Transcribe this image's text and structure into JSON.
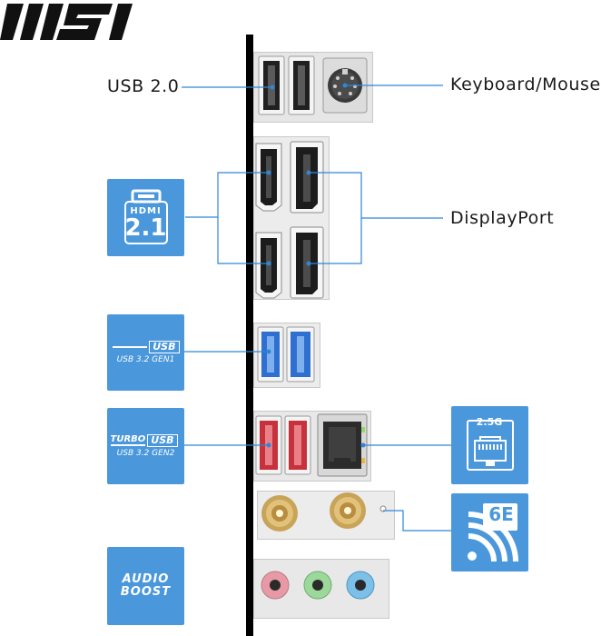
{
  "brand": {
    "logo_text": "MSI"
  },
  "colors": {
    "accent": "#4a98db",
    "line": "#2f86d6",
    "usb2": "#2a2a2a",
    "usb32_gen1": "#2f6fd0",
    "usb32_gen2": "#c7313c",
    "audio_pink": "#e79aa6",
    "audio_green": "#9bd89a",
    "audio_blue": "#7cc0e8",
    "panel": "#000000"
  },
  "callouts": {
    "usb20": "USB 2.0",
    "keyboard_mouse": "Keyboard/Mouse",
    "displayport": "DisplayPort"
  },
  "badges": {
    "hdmi": {
      "word": "HDMI",
      "version": "2.1"
    },
    "usb_gen1": {
      "tag": "USB",
      "line": "USB 3.2 GEN1"
    },
    "usb_gen2": {
      "prefix": "TURBO",
      "tag": "USB",
      "line": "USB 3.2 GEN2"
    },
    "lan": {
      "speed": "2.5G"
    },
    "wifi": {
      "label": "6E"
    },
    "audio": {
      "line1": "AUDIO",
      "line2": "BOOST"
    }
  }
}
